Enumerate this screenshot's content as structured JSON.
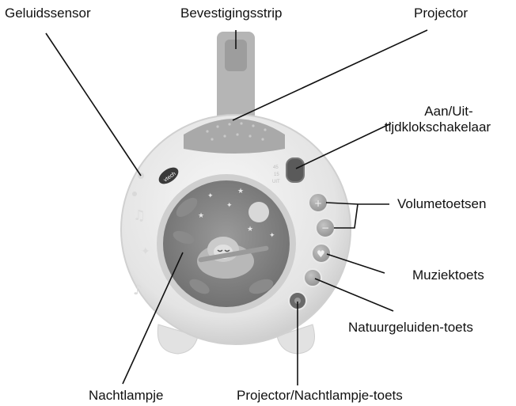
{
  "labels": {
    "sound_sensor": "Geluidssensor",
    "mounting_strap": "Bevestigingsstrip",
    "projector": "Projector",
    "timer_switch_line1": "Aan/Uit-",
    "timer_switch_line2": "tijdklokschakelaar",
    "volume_buttons": "Volumetoetsen",
    "music_button": "Muziektoets",
    "nature_sounds_button": "Natuurgeluiden-toets",
    "night_light": "Nachtlampje",
    "projector_night_light_button": "Projector/Nachtlampje-toets"
  },
  "device": {
    "brand": "vtech",
    "timer_marks": [
      "45",
      "15",
      "UIT"
    ]
  },
  "colors": {
    "body": "#ececec",
    "body_shadow": "#d2d2d2",
    "accent_gray": "#a9a9a9",
    "dark_gray": "#555555",
    "line": "#111111"
  }
}
